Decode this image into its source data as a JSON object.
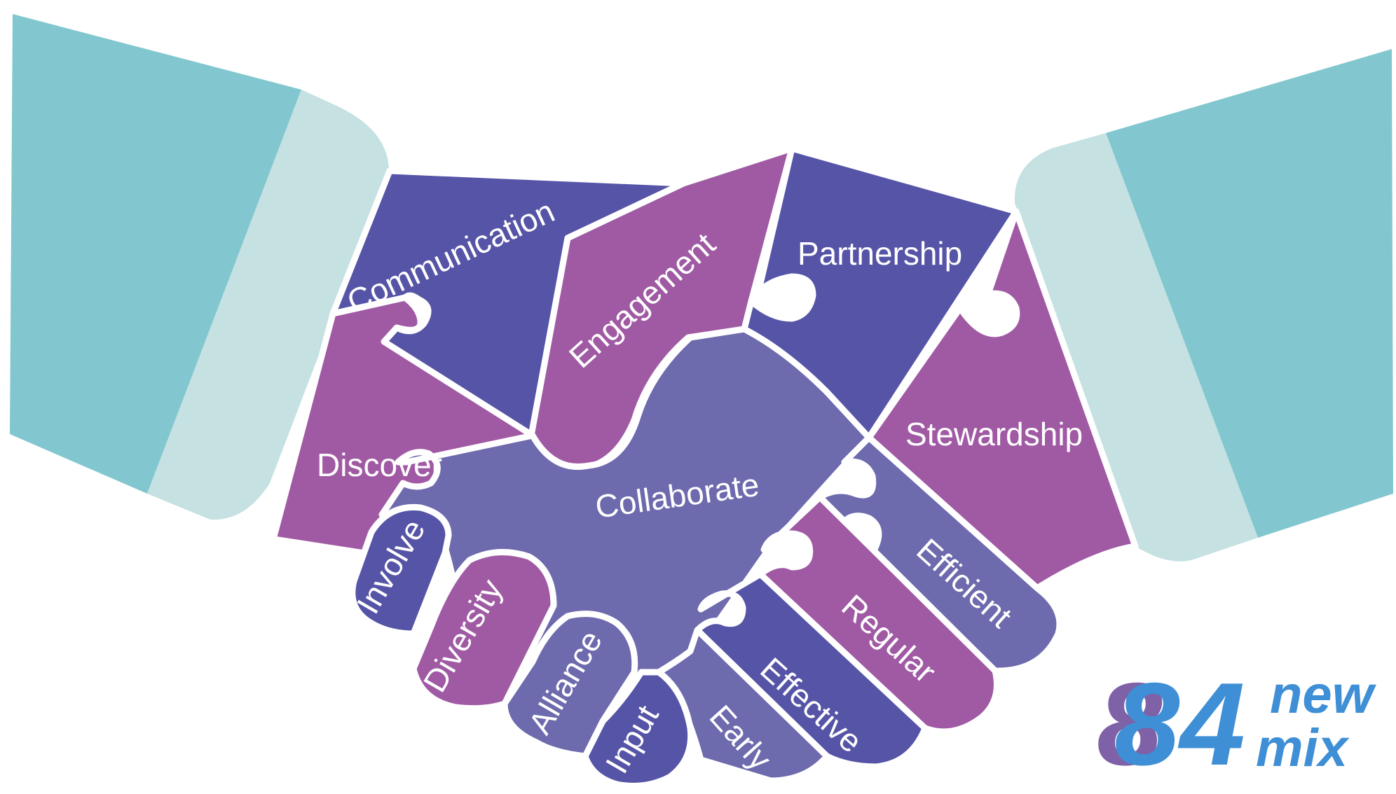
{
  "colors": {
    "sleeve": "#82C7CF",
    "cuff": "#C5E1E2",
    "indigo": "#5654A6",
    "magenta": "#A05AA4",
    "slate": "#6D6AAD",
    "outline": "#FFFFFF",
    "label": "#FFFFFF",
    "logo_purple": "#7E61A6",
    "logo_blue": "#3F8FD6",
    "logo_dark": "#33308F"
  },
  "labels": {
    "communication": "Communication",
    "engagement": "Engagement",
    "partnership": "Partnership",
    "stewardship": "Stewardship",
    "discover": "Discover",
    "collaborate": "Collaborate",
    "involve": "Involve",
    "diversity": "Diversity",
    "alliance": "Alliance",
    "input": "Input",
    "early": "Early",
    "effective": "Effective",
    "regular": "Regular",
    "efficient": "Efficient"
  },
  "logo": {
    "number": "84",
    "word1": "new",
    "word2": "mix"
  }
}
